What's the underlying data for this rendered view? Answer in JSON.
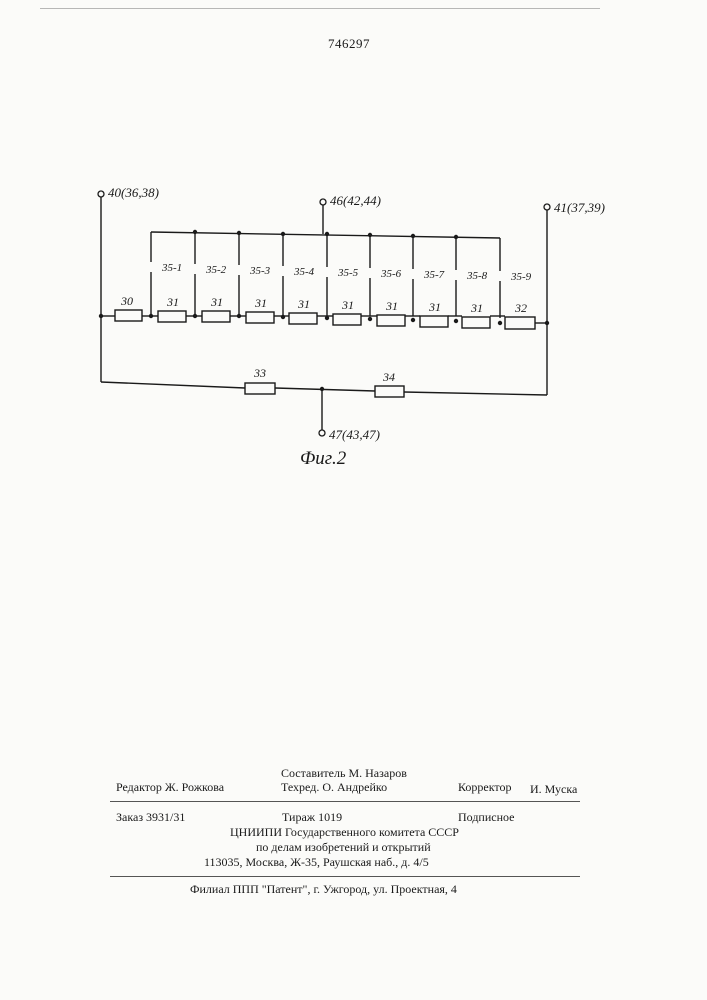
{
  "header": {
    "patent_number": "746297"
  },
  "figure": {
    "caption": "Фиг.2",
    "terminals": {
      "left": "40(36,38)",
      "middle_top": "46(42,44)",
      "right": "41(37,39)",
      "bottom": "47(43,47)"
    },
    "resistors": {
      "r30": "30",
      "r31": [
        "31",
        "31",
        "31",
        "31",
        "31",
        "31",
        "31",
        "31"
      ],
      "r32": "32",
      "r33": "33",
      "r34": "34"
    },
    "switches": [
      "35-1",
      "35-2",
      "35-3",
      "35-4",
      "35-5",
      "35-6",
      "35-7",
      "35-8",
      "35-9"
    ]
  },
  "footer": {
    "editor": "Редактор Ж. Рожкова",
    "compiler": "Составитель М. Назаров",
    "techred": "Техред. О. Андрейко",
    "corrector_label": "Корректор",
    "corrector_name": "И. Муска",
    "order": "Заказ 3931/31",
    "circulation": "Тираж 1019",
    "subscription": "Подписное",
    "org_line1": "ЦНИИПИ Государственного комитета СССР",
    "org_line2": "по делам изобретений и открытий",
    "org_line3": "113035, Москва, Ж-35, Раушская наб., д. 4/5",
    "branch": "Филиал ППП \"Патент\", г. Ужгород, ул. Проектная, 4"
  }
}
